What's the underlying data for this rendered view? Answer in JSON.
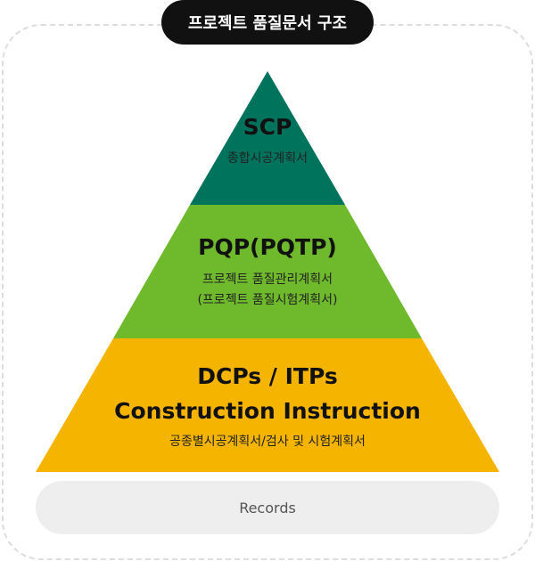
{
  "title": "프로젝트 품질문서 구조",
  "levels": [
    {
      "name": "SCP",
      "desc": [
        "종합시공계획서"
      ],
      "color": "#00735c"
    },
    {
      "name": "PQP(PQTP)",
      "desc": [
        "프로젝트 품질관리계획서",
        "(프로젝트 품질시험계획서)"
      ],
      "color": "#6fba2c"
    },
    {
      "name": "DCPs / ITPs",
      "name2": "Construction Instruction",
      "desc": [
        "공종별시공계획서/검사 및 시험계획서"
      ],
      "color": "#f5b400"
    }
  ],
  "records": "Records"
}
